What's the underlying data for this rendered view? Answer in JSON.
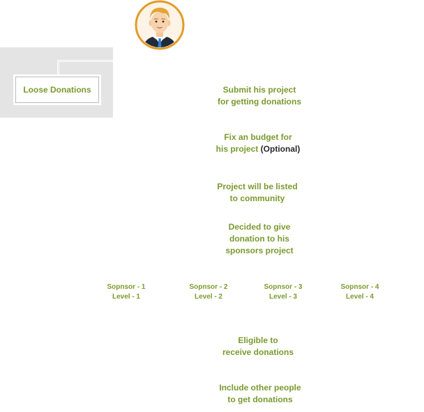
{
  "loose_donations": {
    "label": "Loose Donations"
  },
  "avatar": {
    "icon": "user-avatar-icon"
  },
  "steps": [
    {
      "line1": "Submit his project",
      "line2": "for getting donations"
    },
    {
      "line1": "Fix an budget for",
      "line2": "his project",
      "line2_extra": " (Optional)"
    },
    {
      "line1": "Project will be listed",
      "line2": "to community"
    },
    {
      "line1": "Decided to give",
      "line2": "donation to his",
      "line3": "sponsors project"
    },
    {
      "line1": "Eligible to",
      "line2": "receive donations"
    },
    {
      "line1": "Include other people",
      "line2": "to get donations"
    }
  ],
  "sponsors": [
    {
      "name": "Sopnsor - 1",
      "level": "Level - 1"
    },
    {
      "name": "Sopnsor - 2",
      "level": "Level - 2"
    },
    {
      "name": "Sopnsor - 3",
      "level": "Level - 3"
    },
    {
      "name": "Sopnsor - 4",
      "level": "Level - 4"
    }
  ],
  "colors": {
    "accent_green": "#7a9a2e",
    "panel_grey": "#e4e4e4",
    "avatar_ring": "#e39a2a",
    "text_dark": "#2a2a2a"
  }
}
